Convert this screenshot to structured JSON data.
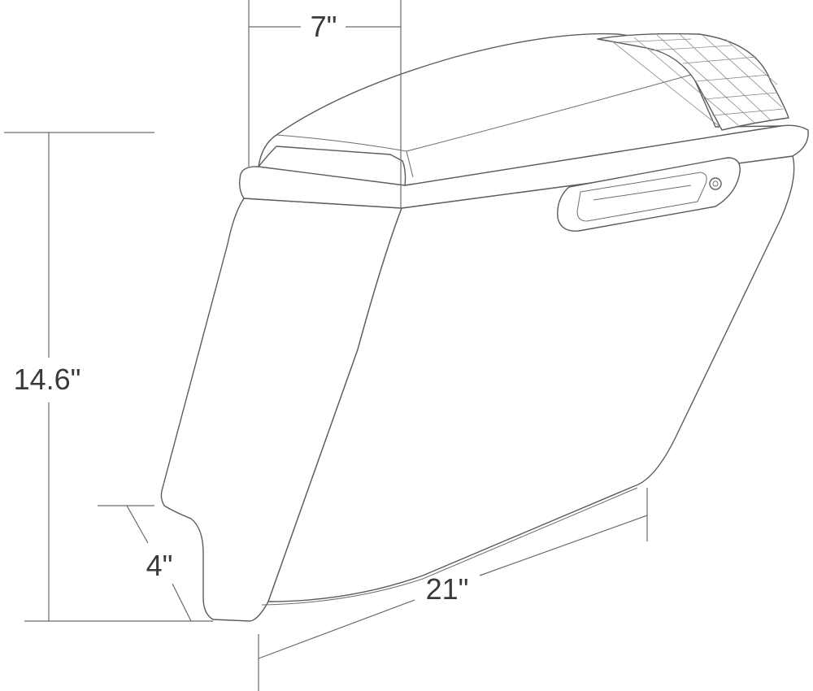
{
  "dimensions": {
    "depth": "7\"",
    "height": "14.6\"",
    "bottom_cutout": "4\"",
    "length": "21\""
  },
  "colors": {
    "outline": "#5c5c5c",
    "dimension_text": "#3a3a3a",
    "background": "#ffffff"
  }
}
